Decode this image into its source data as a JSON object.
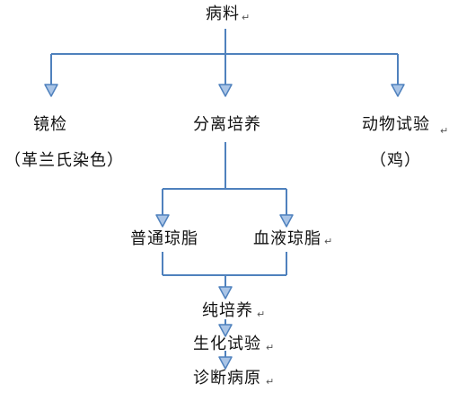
{
  "nodes": {
    "specimen": "病料",
    "microscopy": "镜检",
    "gram_stain": "（革兰氏染色）",
    "isolation_culture": "分离培养",
    "animal_test": "动物试验",
    "animal": "（鸡）",
    "plain_agar": "普通琼脂",
    "blood_agar": "血液琼脂",
    "pure_culture": "纯培养",
    "biochemical_test": "生化试验",
    "pathogen_diagnosis": "诊断病原"
  },
  "paragraph_mark": "↵",
  "colors": {
    "line": "#4f81bd",
    "arrow_fill": "#a9c4e6",
    "text": "#111111"
  }
}
